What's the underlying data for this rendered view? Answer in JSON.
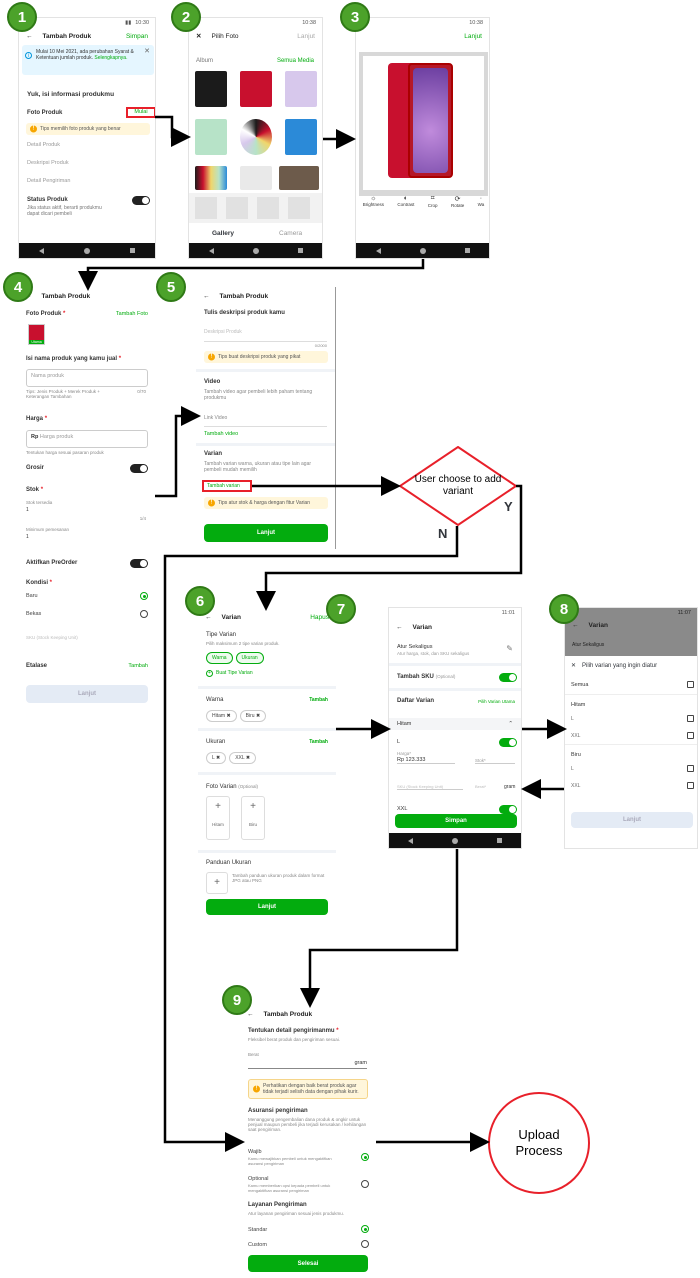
{
  "steps": [
    "1",
    "2",
    "3",
    "4",
    "5",
    "6",
    "7",
    "8",
    "9"
  ],
  "status_time_a": "10:30",
  "status_time_b": "10:38",
  "status_time_c": "11:01",
  "status_time_d": "11:07",
  "s1": {
    "title": "Tambah Produk",
    "action": "Simpan",
    "banner": "Mulai 10 Mei 2021, ada perubahan Syarat & Ketentuan jumlah produk.",
    "banner_link": "Selengkapnya.",
    "heading": "Yuk, isi informasi produkmu",
    "foto": "Foto Produk",
    "mulai": "Mulai",
    "tip": "Tips memilih foto produk yang benar",
    "items": [
      "Detail Produk",
      "Deskripsi Produk",
      "Detail Pengiriman"
    ],
    "status_label": "Status Produk",
    "status_desc": "Jika status aktif, berarti produkmu dapat dicari pembeli"
  },
  "s2": {
    "title": "Pilih Foto",
    "action": "Lanjut",
    "album": "Album",
    "semua": "Semua Media",
    "tab_gallery": "Gallery",
    "tab_camera": "Camera"
  },
  "s3": {
    "action": "Lanjut",
    "tools": [
      "Brightness",
      "Contrast",
      "Crop",
      "Rotate",
      "Wa"
    ]
  },
  "s4": {
    "title": "Tambah Produk",
    "foto": "Foto Produk",
    "tambah_foto": "Tambah Foto",
    "utama": "Utama",
    "nama_label": "Isi nama produk yang kamu jual",
    "nama_ph": "Nama produk",
    "nama_hint": "Tips: Jenis Produk + Merek Produk + Keterangan Tambahan",
    "nama_count": "0/70",
    "harga_label": "Harga",
    "harga_ph": "Harga produk",
    "rp": "Rp",
    "harga_hint": "Tentukan harga sesuai pasaran produk",
    "grosir": "Grosir",
    "stok": "Stok",
    "stok_tersedia": "Stok tersedia",
    "stok_val": "1",
    "min_label": "Minimum pemesanan",
    "min_val": "1",
    "stok_count": "1/4",
    "preorder": "Aktifkan PreOrder",
    "kondisi": "Kondisi",
    "baru": "Baru",
    "bekas": "Bekas",
    "sku_ph": "SKU (Stock Keeping Unit)",
    "etalase": "Etalase",
    "tambah": "Tambah",
    "lanjut": "Lanjut"
  },
  "s5": {
    "title": "Tambah Produk",
    "heading": "Tulis deskripsi produk kamu",
    "desc_ph": "Deskripsi Produk",
    "desc_count": "0/2000",
    "tip1": "Tips buat deskripsi produk yang pikat",
    "video": "Video",
    "video_desc": "Tambah video agar pembeli lebih paham tentang produkmu",
    "link_ph": "Link Video",
    "tambah_video": "Tambah video",
    "varian": "Varian",
    "varian_desc": "Tambah varian warna, ukuran atau tipe lain agar pembeli mudah memilih",
    "tambah_varian": "Tambah varian",
    "tip2": "Tips atur stok & harga dengan fitur Varian",
    "lanjut": "Lanjut"
  },
  "decision": {
    "text": "User choose to add variant",
    "yes": "Y",
    "no": "N"
  },
  "s6": {
    "title": "Varian",
    "hapus": "Hapus",
    "tipe": "Tipe Varian",
    "tipe_desc": "Pilih maksimum 2 tipe varian produk.",
    "chips": [
      "Warna",
      "Ukuran"
    ],
    "buat": "Buat Tipe Varian",
    "warna": "Warna",
    "tambah": "Tambah",
    "warna_vals": [
      "Hitam",
      "Biru"
    ],
    "ukuran": "Ukuran",
    "ukuran_vals": [
      "L",
      "XXL"
    ],
    "foto_varian": "Foto Varian",
    "opsional": "(Optional)",
    "foto_vals": [
      "Hitam",
      "Biru"
    ],
    "panduan": "Panduan Ukuran",
    "panduan_desc": "Tambah panduan ukuran produk dalam format JPG atau PNG",
    "lanjut": "Lanjut"
  },
  "s7": {
    "title": "Varian",
    "atur": "Atur Sekaligus",
    "atur_desc": "Atur harga, stok, dan SKU sekaligus",
    "sku": "Tambah SKU",
    "sku_opt": "(Optional)",
    "daftar": "Daftar Varian",
    "pilih": "Pilih Varian Utama",
    "hitam": "Hitam",
    "L": "L",
    "harga_lbl": "Harga*",
    "harga_val": "Rp 123.333",
    "stok_lbl": "Stok*",
    "sku_ph": "SKU (Stock Keeping Unit)",
    "berat": "Berat*",
    "gram": "gram",
    "xxl": "XXL",
    "simpan": "Simpan"
  },
  "s8": {
    "title": "Varian",
    "atur": "Atur Sekaligus",
    "sheet_title": "Pilih varian yang ingin diatur",
    "semua": "Semua",
    "groups": [
      {
        "name": "Hitam",
        "opts": [
          "L",
          "XXL"
        ]
      },
      {
        "name": "Biru",
        "opts": [
          "L",
          "XXL"
        ]
      }
    ],
    "lanjut": "Lanjut"
  },
  "s9": {
    "title": "Tambah Produk",
    "heading": "Tentukan detail pengirimanmu",
    "sub": "Fleksibel berat produk dan pengiriman sesuai.",
    "berat": "Berat",
    "gram": "gram",
    "tip": "Perhatikan dengan baik berat produk agar tidak terjadi selisih data dengan pihak kurir.",
    "asuransi": "Asuransi pengiriman",
    "asuransi_desc": "Menanggung pengembalian dana produk & ongkir untuk penjual maupun pembeli jika terjadi kerusakan / kehilangan saat pengiriman.",
    "wajib": "Wajib",
    "wajib_desc": "Kamu mewajibkan pembeli untuk mengaktifkan asuransi pengiriman",
    "optional": "Optional",
    "optional_desc": "Kamu memberikan opsi kepada pembeli untuk mengaktifkan asuransi pengiriman",
    "layanan": "Layanan Pengiriman",
    "layanan_desc": "Atur layanan pengiriman sesuai jenis produkmu.",
    "standar": "Standar",
    "custom": "Custom",
    "selesai": "Selesai"
  },
  "upload": "Upload Process",
  "colors": {
    "badge": "#4ca22a",
    "green": "#03ac0e",
    "red": "#e8202a"
  }
}
